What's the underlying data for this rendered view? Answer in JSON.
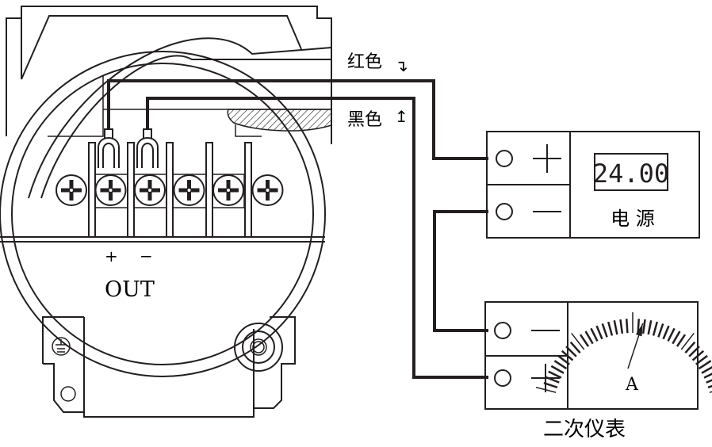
{
  "wires": {
    "red_label": "红色",
    "red_arrow": "↴",
    "black_label": "黑色",
    "black_arrow": "↥"
  },
  "transmitter": {
    "plus": "+",
    "minus": "−",
    "out_label": "OUT",
    "terminal_count": 6
  },
  "power_supply": {
    "display_value": "24.00",
    "label": "电 源",
    "terminal_plus": "+",
    "terminal_minus": "—"
  },
  "meter": {
    "label": "二次仪表",
    "unit": "A",
    "terminal_minus": "—",
    "terminal_plus": "+",
    "needle_fraction": 0.62
  }
}
